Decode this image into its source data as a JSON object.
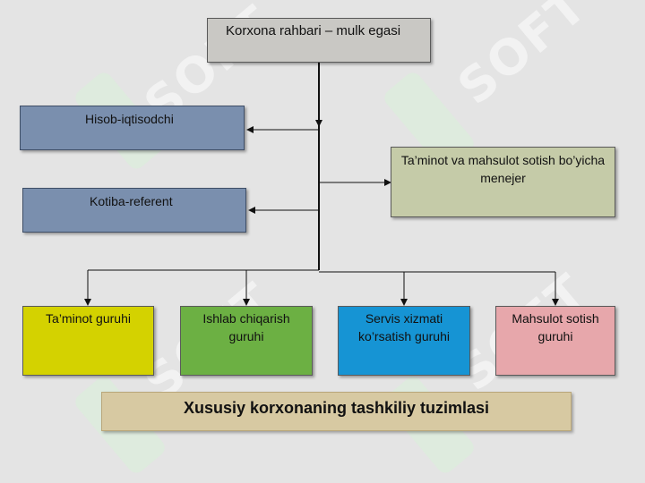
{
  "watermark": "SOFT",
  "nodes": {
    "top": "Korxona rahbari – mulk egasi",
    "hisob": "Hisob-iqtisodchi",
    "kotiba": "Kotiba-referent",
    "menejer_line1": "Ta’minot va mahsulot sotish bo’yicha",
    "menejer_line2": "menejer",
    "g1_line1": "Ta’minot guruhi",
    "g2_line1": "Ishlab chiqarish",
    "g2_line2": "guruhi",
    "g3_line1": "Servis xizmati",
    "g3_line2": "ko’rsatish guruhi",
    "g4_line1": "Mahsulot sotish",
    "g4_line2": "guruhi"
  },
  "title": "Xususiy korxonaning tashkiliy tuzimlasi",
  "colors": {
    "top": "#c9c8c4",
    "blue": "#7a8fae",
    "menejer": "#c5cba8",
    "g1": "#d4d200",
    "g2": "#6cb043",
    "g3": "#1694d4",
    "g4": "#e7a7ab",
    "titlebar": "#d7c9a2"
  }
}
